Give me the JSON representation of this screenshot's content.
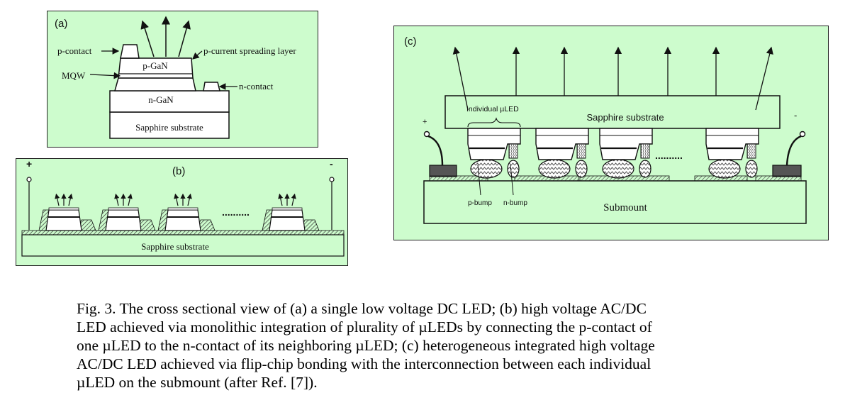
{
  "panel_a": {
    "label": "(a)",
    "p_contact": "p-contact",
    "p_current_spreading_layer": "p-current spreading layer",
    "p_gan": "p-GaN",
    "mqw": "MQW",
    "n_contact": "n-contact",
    "n_gan": "n-GaN",
    "sapphire_substrate": "Sapphire substrate"
  },
  "panel_b": {
    "label": "(b)",
    "plus": "+",
    "minus": "-",
    "dots": "..........",
    "sapphire_substrate": "Sapphire substrate"
  },
  "panel_c": {
    "label": "(c)",
    "plus": "+",
    "minus": "-",
    "individual_uled": "Individual µLED",
    "sapphire_substrate": "Sapphire substrate",
    "dots": "..........",
    "p_bump": "p-bump",
    "n_bump": "n-bump",
    "submount": "Submount"
  },
  "caption": [
    "Fig. 3. The cross sectional view of (a) a single low voltage DC LED; (b) high voltage AC/DC",
    "LED achieved via monolithic integration of plurality of µLEDs by connecting the p-contact of",
    "one µLED to the n-contact of its neighboring µLED; (c) heterogeneous integrated high voltage",
    "AC/DC LED achieved via flip-chip bonding with the interconnection between each individual",
    "µLED on the submount (after Ref. [7])."
  ]
}
